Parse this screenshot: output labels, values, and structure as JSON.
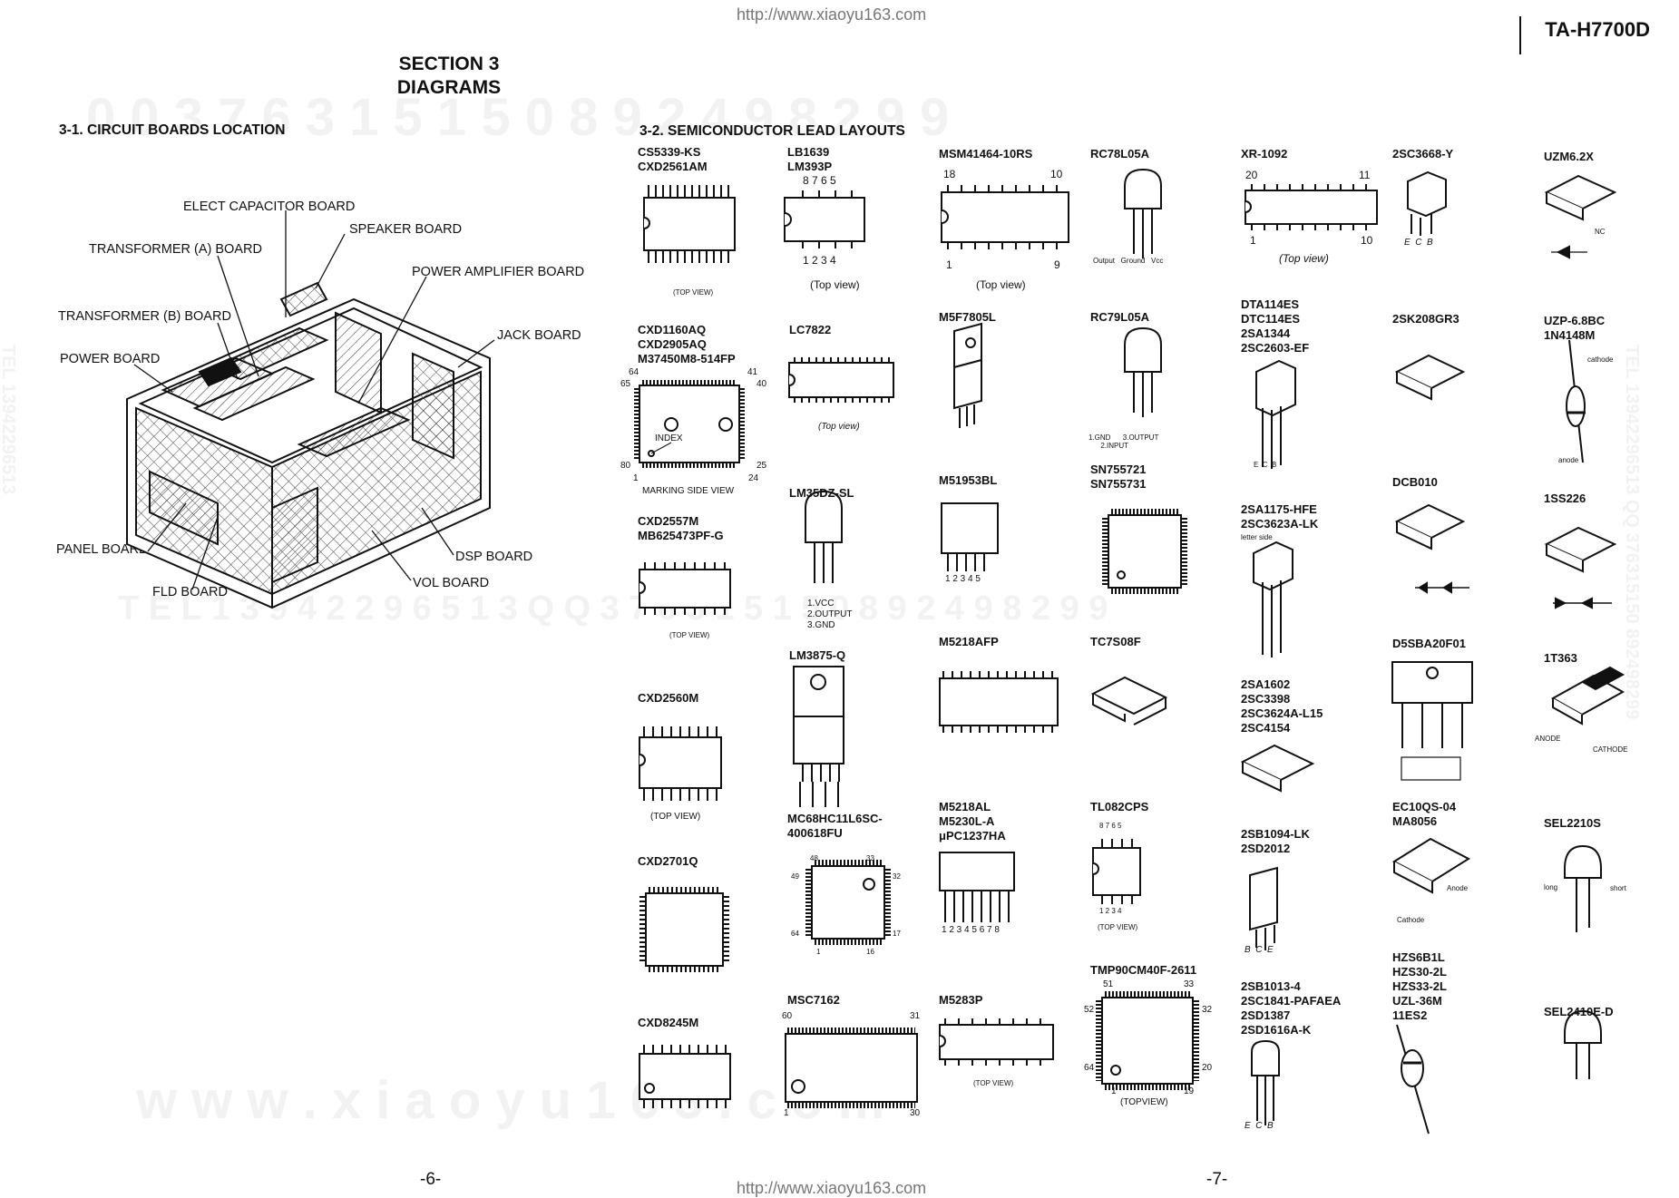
{
  "header": {
    "url_top": "http://www.xiaoyu163.com",
    "url_bottom": "http://www.xiaoyu163.com",
    "model": "TA-H7700D",
    "section_line1": "SECTION 3",
    "section_line2": "DIAGRAMS",
    "page_left": "-6-",
    "page_right": "-7-"
  },
  "watermarks": {
    "digits_top": "0 0 3 7 6 3 1 5 1 5 0     8 9 2 4 9 8 2 9 9",
    "digits_mid": "T E L   1 3 9 4 2 2 9 6 5 1 3   Q Q   3 7 6 3 1 5 1 5 0   8 9 2 4 9 8 2 9 9",
    "site": "w w w . x i a o y u 1 6 3 . c o m",
    "side_left": "TEL 13942296513",
    "side_right": "TEL 13942296513 QQ 376315150 892498299"
  },
  "circuit_boards": {
    "heading": "3-1.  CIRCUIT BOARDS LOCATION",
    "labels": {
      "elect": "ELECT CAPACITOR BOARD",
      "speaker": "SPEAKER BOARD",
      "trans_a": "TRANSFORMER (A) BOARD",
      "power_amp": "POWER AMPLIFIER BOARD",
      "trans_b": "TRANSFORMER (B) BOARD",
      "jack": "JACK BOARD",
      "power": "POWER BOARD",
      "panel": "PANEL BOARD",
      "dsp": "DSP BOARD",
      "vol": "VOL BOARD",
      "fld": "FLD BOARD"
    }
  },
  "semiconductors": {
    "heading": "3-2.  SEMICONDUCTOR LEAD LAYOUTS",
    "parts": {
      "cs5339": "CS5339-KS\nCXD2561AM",
      "lb1639": "LB1639\nLM393P",
      "msm41464": "MSM41464-10RS",
      "rc78l05a": "RC78L05A",
      "xr1092": "XR-1092",
      "c3668": "2SC3668-Y",
      "uzm": "UZM6.2X",
      "cxd1160": "CXD1160AQ\nCXD2905AQ\nM37450M8-514FP",
      "lc7822": "LC7822",
      "m5f7805l": "M5F7805L",
      "rc79l05a": "RC79L05A",
      "dta": "DTA114ES\nDTC114ES\n2SA1344\n2SC2603-EF",
      "k208": "2SK208GR3",
      "uzp": "UZP-6.8BC\n1N4148M",
      "lm35": "LM35DZ-SL",
      "m51953": "M51953BL",
      "sn": "SN755721\nSN755731",
      "a1175": "2SA1175-HFE\n2SC3623A-LK",
      "dcb": "DCB010",
      "ss226": "1SS226",
      "cxd2557": "CXD2557M\nMB625473PF-G",
      "lm3875": "LM3875-Q",
      "m5218afp": "M5218AFP",
      "tc7s": "TC7S08F",
      "d5sba": "D5SBA20F01",
      "t363": "1T363",
      "cxd2560": "CXD2560M",
      "a1602": "2SA1602\n2SC3398\n2SC3624A-L15\n2SC4154",
      "mc68": "MC68HC11L6SC-\n400618FU",
      "m5218al": "M5218AL\nM5230L-A\nμPC1237HA",
      "tl082": "TL082CPS",
      "b1094": "2SB1094-LK\n2SD2012",
      "ec10": "EC10QS-04\nMA8056",
      "sel2210": "SEL2210S",
      "cxd2701": "CXD2701Q",
      "tmp90": "TMP90CM40F-2611",
      "b1013": "2SB1013-4\n2SC1841-PAFAEA\n2SD1387\n2SD1616A-K",
      "hzs": "HZS6B1L\nHZS30-2L\nHZS33-2L\nUZL-36M\n11ES2",
      "msc7162": "MSC7162",
      "m5283p": "M5283P",
      "sel2410": "SEL2410E-D",
      "cxd8245": "CXD8245M"
    },
    "captions": {
      "top_view_cap": "(TOP VIEW)",
      "top_view_mixed": "(Top view)",
      "top_view_mixed2": "(Top view)",
      "top_view_ital": "(Top view)",
      "top_view_ital2": "(Top view)",
      "top_view_cap2": "(TOP VIEW)",
      "top_view_cap3": "(TOP VIEW)",
      "top_view_cap4": "(TOP VIEW)",
      "top_view_cap5": "(TOP VIEW)",
      "topview": "(TOPVIEW)",
      "marking": "MARKING SIDE VIEW",
      "index": "INDEX",
      "lm35_pins": "1.VCC\n2.OUTPUT\n3.GND",
      "rc79_pins": "1.GND      3.OUTPUT\n      2.INPUT",
      "rc78_pins": "Output   Ground   Vcc",
      "letter_side": "letter side",
      "cathode": "cathode",
      "anode": "anode",
      "anode_cap": "ANODE",
      "cathode_cap": "CATHODE",
      "anode_m": "Anode",
      "cathode_m": "Cathode",
      "long": "long",
      "short": "short",
      "nc": "NC",
      "ecb": "E  C  B",
      "bce": "B  C  E",
      "ecb2": "E  C  B",
      "ecb3": "E  C  B"
    },
    "pins": {
      "lb1639": "8 7 6 5",
      "lb1639_b": "1 2 3 4",
      "msm_tl": "18",
      "msm_tr": "10",
      "msm_bl": "1",
      "msm_br": "9",
      "xr_tl": "20",
      "xr_tr": "11",
      "xr_bl": "1",
      "xr_br": "10",
      "q_64": "64",
      "q_41": "41",
      "q_65": "65",
      "q_40": "40",
      "q_80": "80",
      "q_25": "25",
      "q_1": "1",
      "q_24": "24",
      "m51953": "1 2 3 4 5",
      "m5218al": "1 2 3 4 5 6 7 8",
      "tl082_t": "8 7 6 5",
      "tl082_b": "1 2 3 4",
      "msc_60": "60",
      "msc_31": "31",
      "msc_1": "1",
      "msc_30": "30",
      "tmp_51": "51",
      "tmp_33": "33",
      "tmp_52": "52",
      "tmp_32": "32",
      "tmp_64": "64",
      "tmp_20": "20",
      "tmp_1": "1",
      "tmp_19": "19",
      "mc_48": "48",
      "mc_33": "33",
      "mc_49": "49",
      "mc_32": "32",
      "mc_64": "64",
      "mc_17": "17",
      "mc_1": "1",
      "mc_16": "16"
    }
  }
}
